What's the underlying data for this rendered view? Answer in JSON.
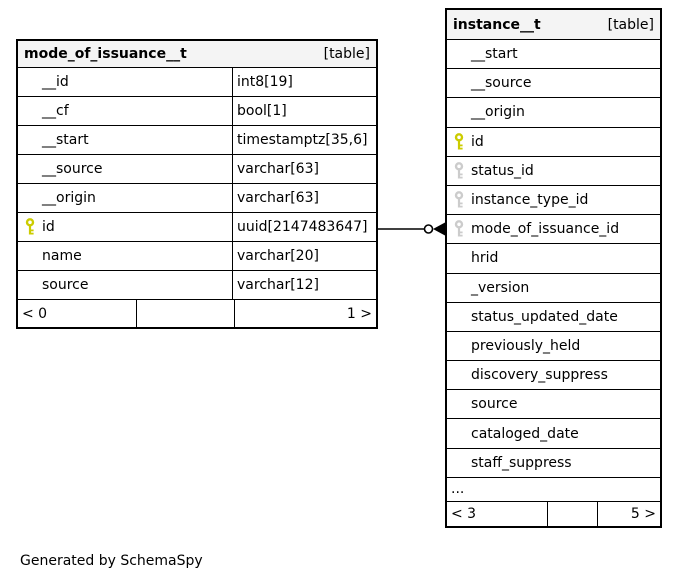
{
  "diagram": {
    "caption": "Generated by SchemaSpy"
  },
  "relationship": {
    "from_table": "mode_of_issuance__t",
    "from_column": "id",
    "to_table": "instance__t",
    "to_column": "mode_of_issuance_id"
  },
  "icons": {
    "primary_key": "key-icon",
    "foreign_key": "key-icon"
  },
  "colors": {
    "header_bg": "#f4f4f4",
    "border": "#000000",
    "primary_key": "#cccc00",
    "foreign_key": "#cccccc"
  },
  "tables": [
    {
      "name": "mode_of_issuance__t",
      "badge": "[table]",
      "columns": [
        {
          "name": "__id",
          "type": "int8[19]"
        },
        {
          "name": "__cf",
          "type": "bool[1]"
        },
        {
          "name": "__start",
          "type": "timestamptz[35,6]"
        },
        {
          "name": "__source",
          "type": "varchar[63]"
        },
        {
          "name": "__origin",
          "type": "varchar[63]"
        },
        {
          "name": "id",
          "type": "uuid[2147483647]",
          "key": "primary"
        },
        {
          "name": "name",
          "type": "varchar[20]"
        },
        {
          "name": "source",
          "type": "varchar[12]"
        }
      ],
      "footer": {
        "left": "< 0",
        "middle": "",
        "right": "1 >"
      }
    },
    {
      "name": "instance__t",
      "badge": "[table]",
      "columns": [
        {
          "name": "__start"
        },
        {
          "name": "__source"
        },
        {
          "name": "__origin"
        },
        {
          "name": "id",
          "key": "primary"
        },
        {
          "name": "status_id",
          "key": "foreign"
        },
        {
          "name": "instance_type_id",
          "key": "foreign"
        },
        {
          "name": "mode_of_issuance_id",
          "key": "foreign"
        },
        {
          "name": "hrid"
        },
        {
          "name": "_version"
        },
        {
          "name": "status_updated_date"
        },
        {
          "name": "previously_held"
        },
        {
          "name": "discovery_suppress"
        },
        {
          "name": "source"
        },
        {
          "name": "cataloged_date"
        },
        {
          "name": "staff_suppress"
        }
      ],
      "ellipsis": "...",
      "footer": {
        "left": "< 3",
        "middle": "",
        "right": "5 >"
      }
    }
  ]
}
